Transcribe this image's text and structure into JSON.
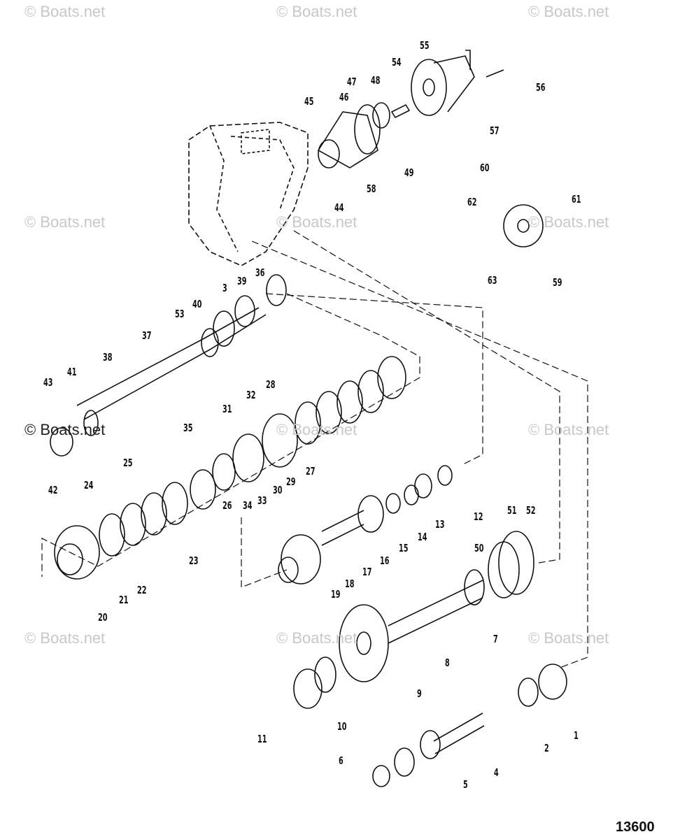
{
  "watermark": "© Boats.net",
  "figure_number": "13600",
  "callouts": [
    "1",
    "2",
    "3",
    "4",
    "5",
    "6",
    "7",
    "8",
    "9",
    "10",
    "11",
    "12",
    "13",
    "14",
    "15",
    "16",
    "17",
    "18",
    "19",
    "20",
    "21",
    "22",
    "23",
    "24",
    "25",
    "26",
    "27",
    "28",
    "29",
    "30",
    "31",
    "32",
    "33",
    "34",
    "35",
    "36",
    "37",
    "38",
    "39",
    "40",
    "41",
    "42",
    "43",
    "44",
    "45",
    "46",
    "47",
    "48",
    "49",
    "50",
    "51",
    "52",
    "53",
    "54",
    "55",
    "56",
    "57",
    "58",
    "59",
    "60",
    "61",
    "62",
    "63"
  ]
}
